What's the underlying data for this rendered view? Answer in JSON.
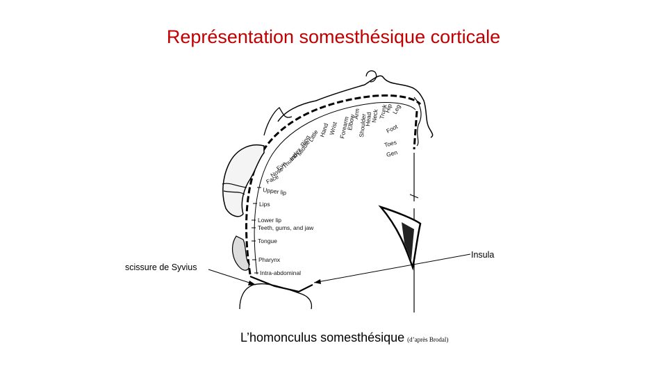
{
  "title": "Représentation somesthésique corticale",
  "labels": {
    "sylvius": "scissure de Syvius",
    "insula": "Insula"
  },
  "caption": {
    "main": "L’homonculus  somesthésique",
    "source": "(d’après Brodal)"
  },
  "body_parts_arc": [
    "Little",
    "Ring",
    "Middle",
    "Index",
    "Thumb",
    "Eye",
    "Nose",
    "Face",
    "Hand",
    "Wrist",
    "Forearm",
    "Elbow",
    "Arm",
    "Shoulder",
    "Head",
    "Neck",
    "Trunk",
    "Hip",
    "Leg",
    "Foot",
    "Toes",
    "Gen"
  ],
  "body_parts_lower": [
    "Upper lip",
    "Lips",
    "Lower lip",
    "Teeth, gums, and jaw",
    "Tongue",
    "Pharynx",
    "Intra-abdominal"
  ]
}
